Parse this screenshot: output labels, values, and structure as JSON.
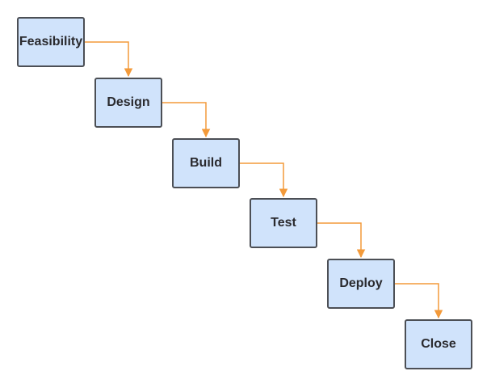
{
  "steps": [
    {
      "label": "Feasibility"
    },
    {
      "label": "Design"
    },
    {
      "label": "Build"
    },
    {
      "label": "Test"
    },
    {
      "label": "Deploy"
    },
    {
      "label": "Close"
    }
  ],
  "colors": {
    "box_fill": "#d0e3fb",
    "box_border": "#4c4f55",
    "connector": "#f39a3a",
    "text": "#2a2a2e"
  }
}
